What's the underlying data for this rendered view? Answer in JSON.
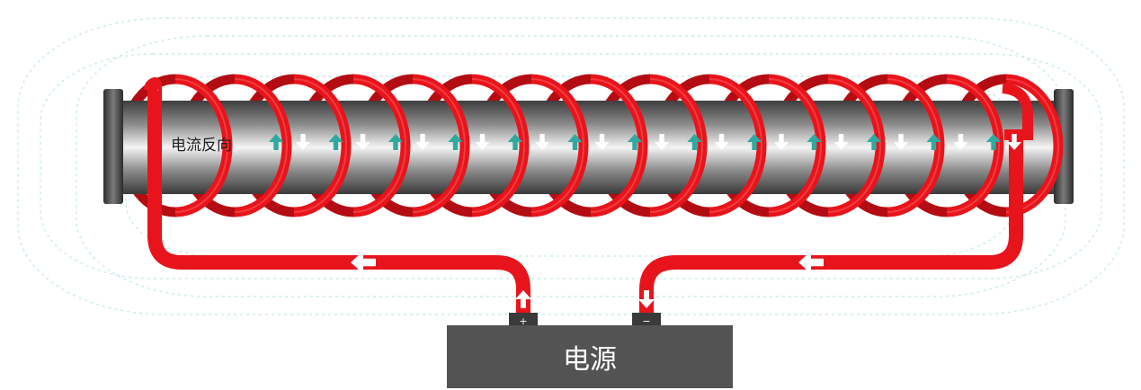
{
  "diagram": {
    "current_direction_label": "电流反向",
    "power_source_label": "电源",
    "positive_terminal": "+",
    "negative_terminal": "−",
    "coil_turns": 15,
    "colors": {
      "wire": "#e8141b",
      "rod_dark": "#4a4a4a",
      "rod_light": "#f0f0f0",
      "battery": "#535353",
      "arrow_up": "#2eaaa0",
      "arrow_white": "#ffffff",
      "field_lines": "#bfe8e6"
    }
  }
}
